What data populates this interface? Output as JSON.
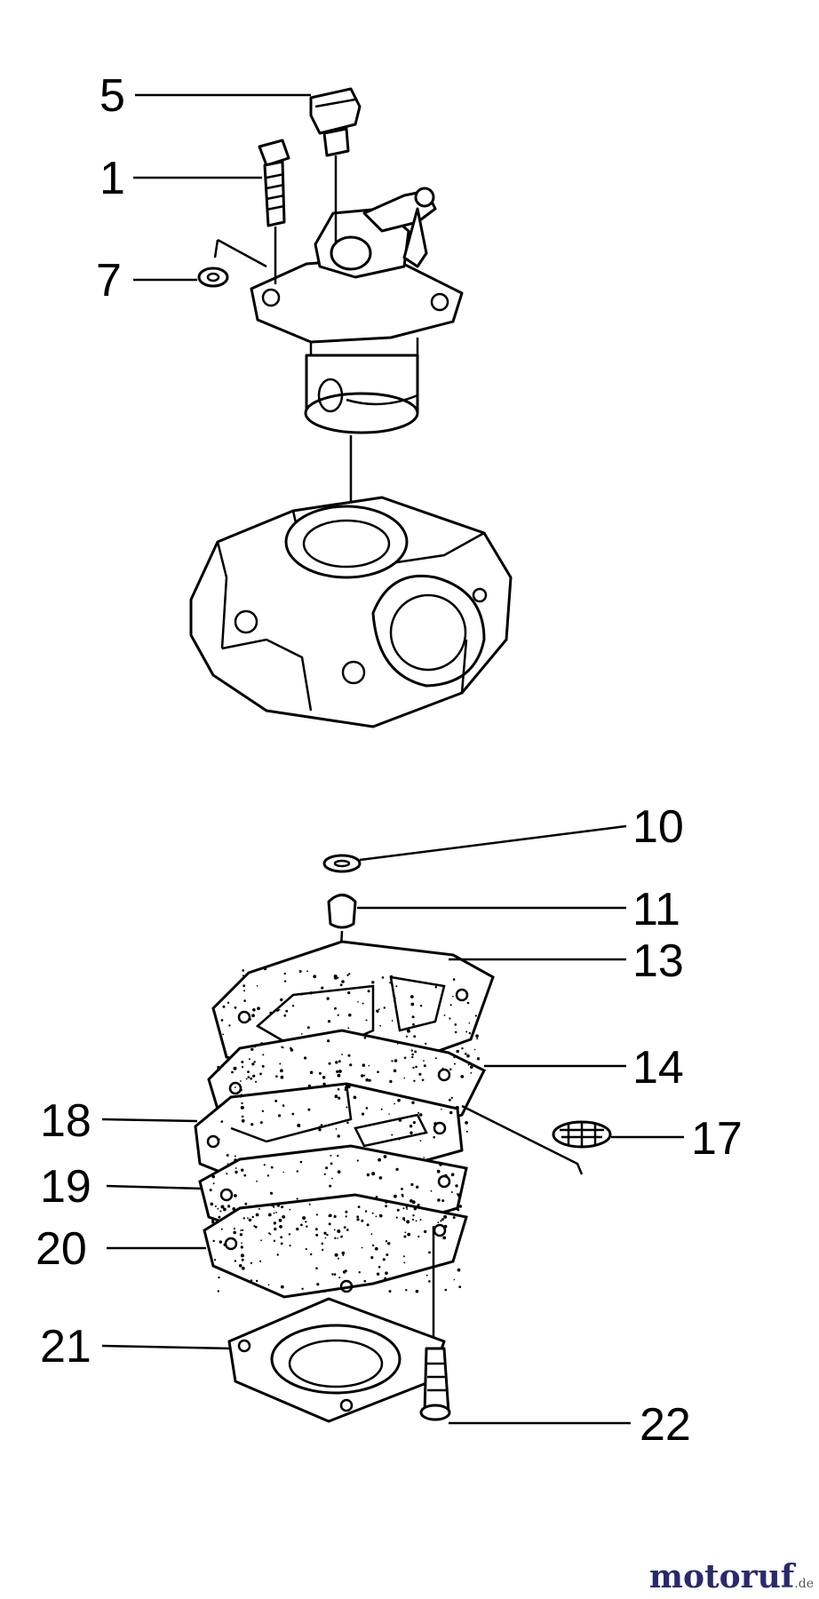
{
  "callouts": {
    "c5": "5",
    "c1": "1",
    "c7": "7",
    "c10": "10",
    "c11": "11",
    "c13": "13",
    "c14": "14",
    "c17": "17",
    "c18": "18",
    "c19": "19",
    "c20": "20",
    "c21": "21",
    "c22": "22"
  },
  "watermark": {
    "brand": "motoruf",
    "suffix": ".de"
  },
  "colors": {
    "ink": "#000000",
    "paper": "#ffffff",
    "watermark": "#2a2a6a"
  }
}
